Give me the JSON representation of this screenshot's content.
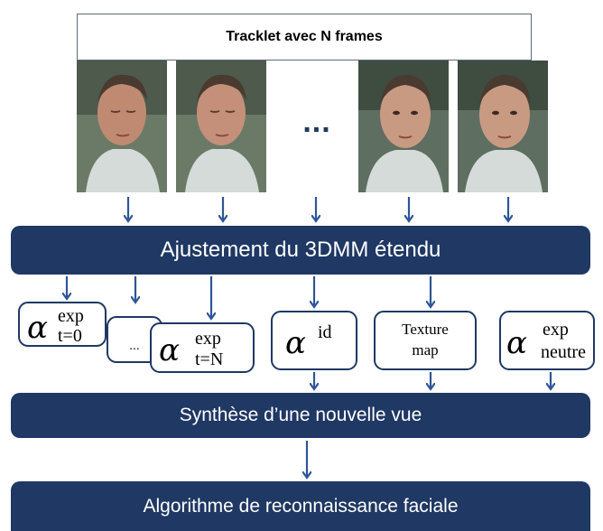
{
  "header": {
    "title": "Tracklet avec N frames"
  },
  "frames": {
    "ellipsis": "..."
  },
  "steps": {
    "fitting": "Ajustement du 3DMM étendu",
    "synthesis": "Synthèse d’une nouvelle vue",
    "recognition": "Algorithme de reconnaissance faciale"
  },
  "params": {
    "alpha_symbol": "α",
    "exp_t0": {
      "sup": "exp",
      "sub": "t=0"
    },
    "ellipsis": "...",
    "exp_tN": {
      "sup": "exp",
      "sub": "t=N"
    },
    "id": {
      "sup": "id"
    },
    "texture": {
      "line1": "Texture",
      "line2": "map"
    },
    "exp_neutre": {
      "sup": "exp",
      "sub": "neutre"
    }
  },
  "colors": {
    "bar": "#1f3864",
    "arrow": "#2e5597",
    "skin": "#c9907a",
    "background_frame": "#5a6b58"
  }
}
